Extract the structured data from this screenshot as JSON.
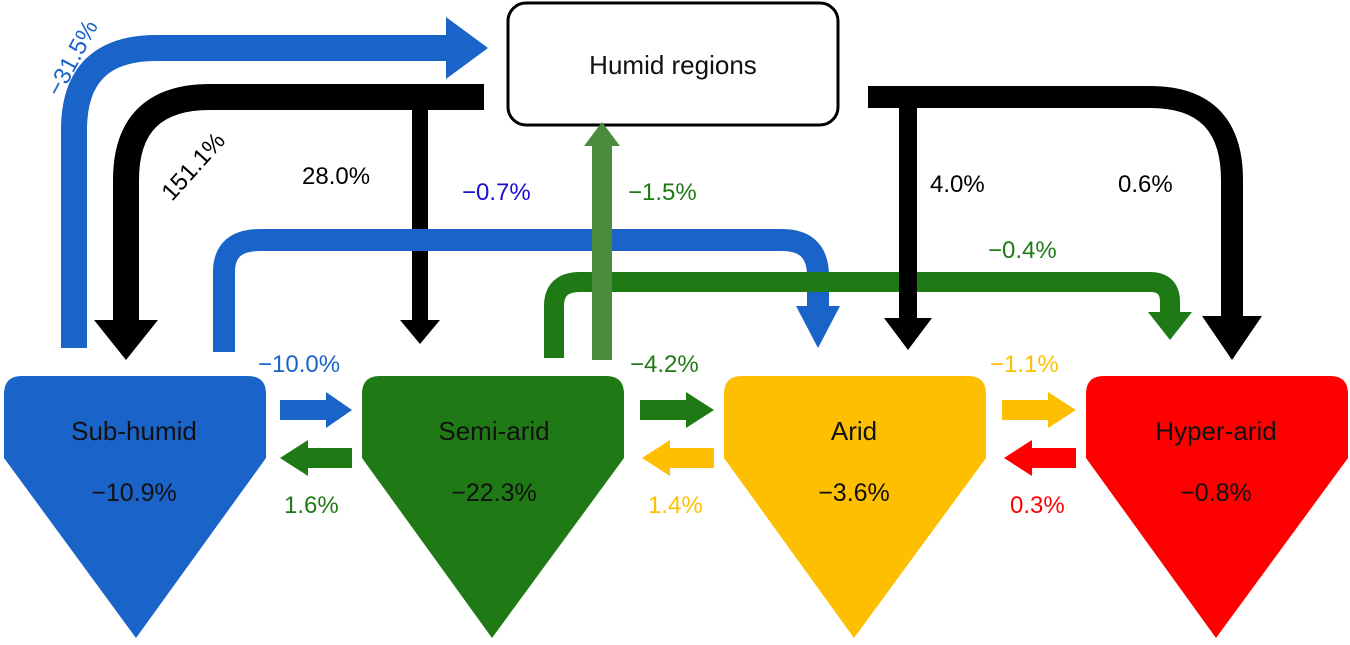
{
  "colors": {
    "sub_humid": "#1a63c8",
    "semi_arid": "#1f7a16",
    "semi_arid_light": "#4a8b3c",
    "arid": "#fdbf00",
    "hyper_arid": "#ff0000",
    "black": "#000000",
    "blue_text": "#1a63c8",
    "navy_text": "#1a0ccf"
  },
  "humid": {
    "label": "Humid regions"
  },
  "nodes": [
    {
      "id": "sub_humid",
      "name": "Sub-humid",
      "value": "−10.9%",
      "color": "#1a63c8"
    },
    {
      "id": "semi_arid",
      "name": "Semi-arid",
      "value": "−22.3%",
      "color": "#1f7a16"
    },
    {
      "id": "arid",
      "name": "Arid",
      "value": "−3.6%",
      "color": "#fdbf00"
    },
    {
      "id": "hyper_arid",
      "name": "Hyper-arid",
      "value": "−0.8%",
      "color": "#ff0000"
    }
  ],
  "flows": {
    "sub_humid_to_humid": {
      "value": "−31.5%",
      "color": "#1a63c8"
    },
    "humid_to_sub_humid": {
      "value": "151.1%",
      "color": "#000000"
    },
    "humid_to_semi_arid": {
      "value": "28.0%",
      "color": "#000000"
    },
    "sub_humid_to_arid": {
      "value": "−0.7%",
      "color": "#1a0ccf"
    },
    "semi_arid_to_humid": {
      "value": "−1.5%",
      "color": "#1f7a16"
    },
    "semi_arid_to_hyper_arid": {
      "value": "−0.4%",
      "color": "#1f7a16"
    },
    "humid_to_arid": {
      "value": "4.0%",
      "color": "#000000"
    },
    "humid_to_hyper_arid": {
      "value": "0.6%",
      "color": "#000000"
    },
    "sub_humid_to_semi_arid": {
      "value": "−10.0%",
      "color": "#1a63c8"
    },
    "semi_arid_to_sub_humid": {
      "value": "1.6%",
      "color": "#1f7a16"
    },
    "semi_arid_to_arid": {
      "value": "−4.2%",
      "color": "#1f7a16"
    },
    "arid_to_semi_arid": {
      "value": "1.4%",
      "color": "#fdbf00"
    },
    "arid_to_hyper_arid": {
      "value": "−1.1%",
      "color": "#fdbf00"
    },
    "hyper_arid_to_arid": {
      "value": "0.3%",
      "color": "#ff0000"
    }
  }
}
